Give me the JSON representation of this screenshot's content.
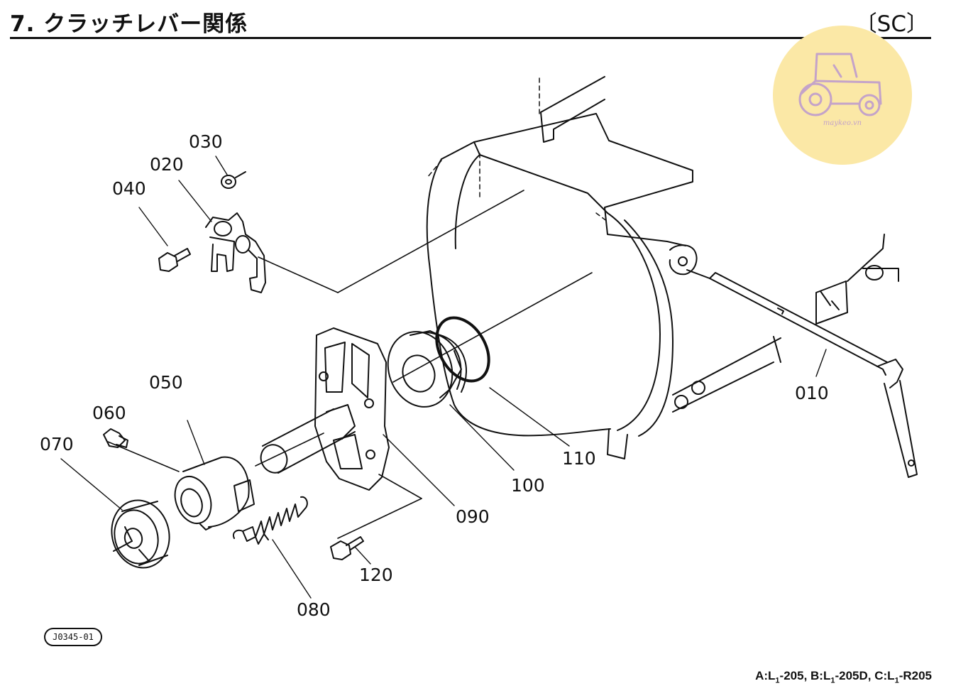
{
  "header": {
    "title": "7. クラッチレバー関係",
    "code": "〔SC〕"
  },
  "parts": [
    {
      "id": "010"
    },
    {
      "id": "020"
    },
    {
      "id": "030"
    },
    {
      "id": "040"
    },
    {
      "id": "050"
    },
    {
      "id": "060"
    },
    {
      "id": "070"
    },
    {
      "id": "080"
    },
    {
      "id": "090"
    },
    {
      "id": "100"
    },
    {
      "id": "110"
    },
    {
      "id": "120"
    }
  ],
  "reference_code": "J0345-01",
  "footer": {
    "a": "A:L",
    "a_model": "-205, ",
    "b": "B:L",
    "b_model": "-205D, ",
    "c": "C:L",
    "c_model": "-R205",
    "sub": "1"
  },
  "watermark": {
    "text": "maykeo.vn",
    "color": "#fbe8a6",
    "icon": "tractor-icon"
  },
  "colors": {
    "ink": "#111111",
    "background": "#ffffff"
  }
}
